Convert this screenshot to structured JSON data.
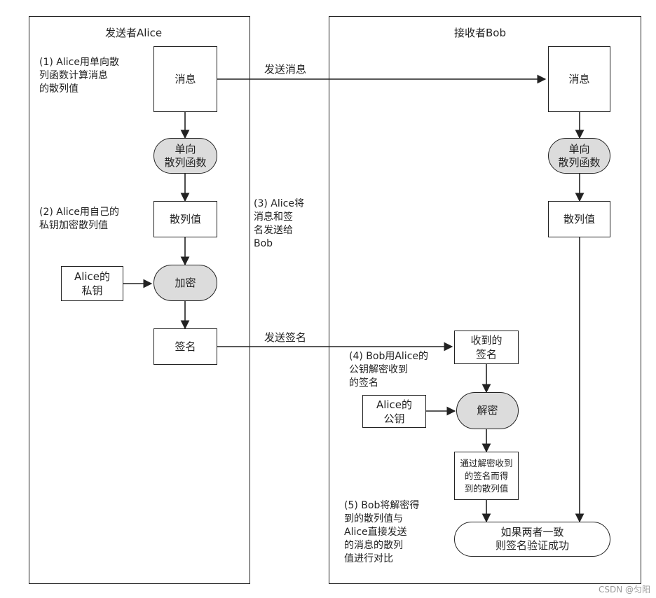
{
  "sender": {
    "title": "发送者Alice",
    "message": "消息",
    "hash_fn": "单向\n散列函数",
    "hash_value": "散列值",
    "private_key": "Alice的\n私钥",
    "encrypt": "加密",
    "signature": "签名"
  },
  "receiver": {
    "title": "接收者Bob",
    "message": "消息",
    "hash_fn": "单向\n散列函数",
    "hash_value": "散列值",
    "received_signature": "收到的\n签名",
    "public_key": "Alice的\n公钥",
    "decrypt": "解密",
    "decrypted_hash": "通过解密收到\n的签名而得\n到的散列值",
    "result": "如果两者一致\n则签名验证成功"
  },
  "steps": {
    "step1": "(1) Alice用单向散\n列函数计算消息\n的散列值",
    "step2": "(2) Alice用自己的\n私钥加密散列值",
    "step3": "(3) Alice将\n消息和签\n名发送给\nBob",
    "step4": "(4) Bob用Alice的\n公钥解密收到\n的签名",
    "step5": "(5) Bob将解密得\n到的散列值与\nAlice直接发送\n的消息的散列\n值进行对比"
  },
  "edges": {
    "send_message": "发送消息",
    "send_signature": "发送签名"
  },
  "watermark": "CSDN @匀阳"
}
